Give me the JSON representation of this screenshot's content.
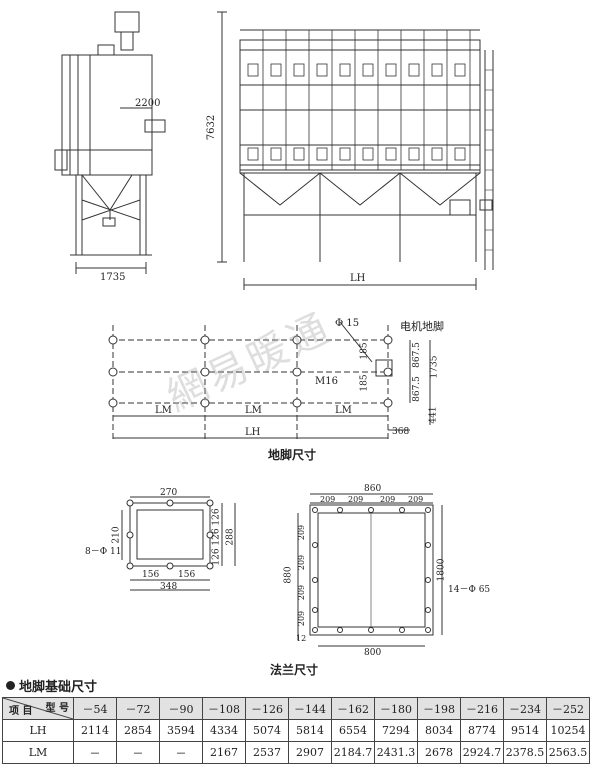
{
  "drawing": {
    "elevation_dims": {
      "width_side": "1735",
      "top_offset": "2200",
      "height": "7632",
      "total_length": "LH"
    },
    "foundation": {
      "caption": "地脚尺寸",
      "motor_foot_label": "电机地脚",
      "hole_label": "Φ 15",
      "bolt_label": "M16",
      "dims": [
        "185",
        "185",
        "867.5",
        "867.5",
        "1735",
        "441",
        "368"
      ],
      "spacing_label": "LM",
      "total_label": "LH"
    },
    "flange": {
      "caption": "法兰尺寸",
      "small": {
        "top": "270",
        "left_a": "210",
        "right_a": "126",
        "right_b": "126",
        "right_c": "126",
        "right_total": "288",
        "bottom_a": "156",
        "bottom_b": "156",
        "bottom_total": "348",
        "hole_label": "8－Φ 11"
      },
      "large": {
        "top_total": "860",
        "top_segments": [
          "209",
          "209",
          "209",
          "209"
        ],
        "left_segments": [
          "209",
          "209",
          "209",
          "209"
        ],
        "left_total": "880",
        "right_total": "1800",
        "bottom_total": "800",
        "bottom_offset": "12",
        "hole_label": "14－Φ 65"
      }
    },
    "watermark": "網易暖通"
  },
  "table": {
    "title": "地脚基础尺寸",
    "corner_model": "型 号",
    "corner_item": "项 目",
    "models": [
      "－54",
      "－72",
      "－90",
      "－108",
      "－126",
      "－144",
      "－162",
      "－180",
      "－198",
      "－216",
      "－234",
      "－252"
    ],
    "rows": [
      {
        "name": "LH",
        "values": [
          "2114",
          "2854",
          "3594",
          "4334",
          "5074",
          "5814",
          "6554",
          "7294",
          "8034",
          "8774",
          "9514",
          "10254"
        ]
      },
      {
        "name": "LM",
        "values": [
          "－",
          "－",
          "－",
          "2167",
          "2537",
          "2907",
          "2184.7",
          "2431.3",
          "2678",
          "2924.7",
          "2378.5",
          "2563.5"
        ]
      }
    ]
  }
}
